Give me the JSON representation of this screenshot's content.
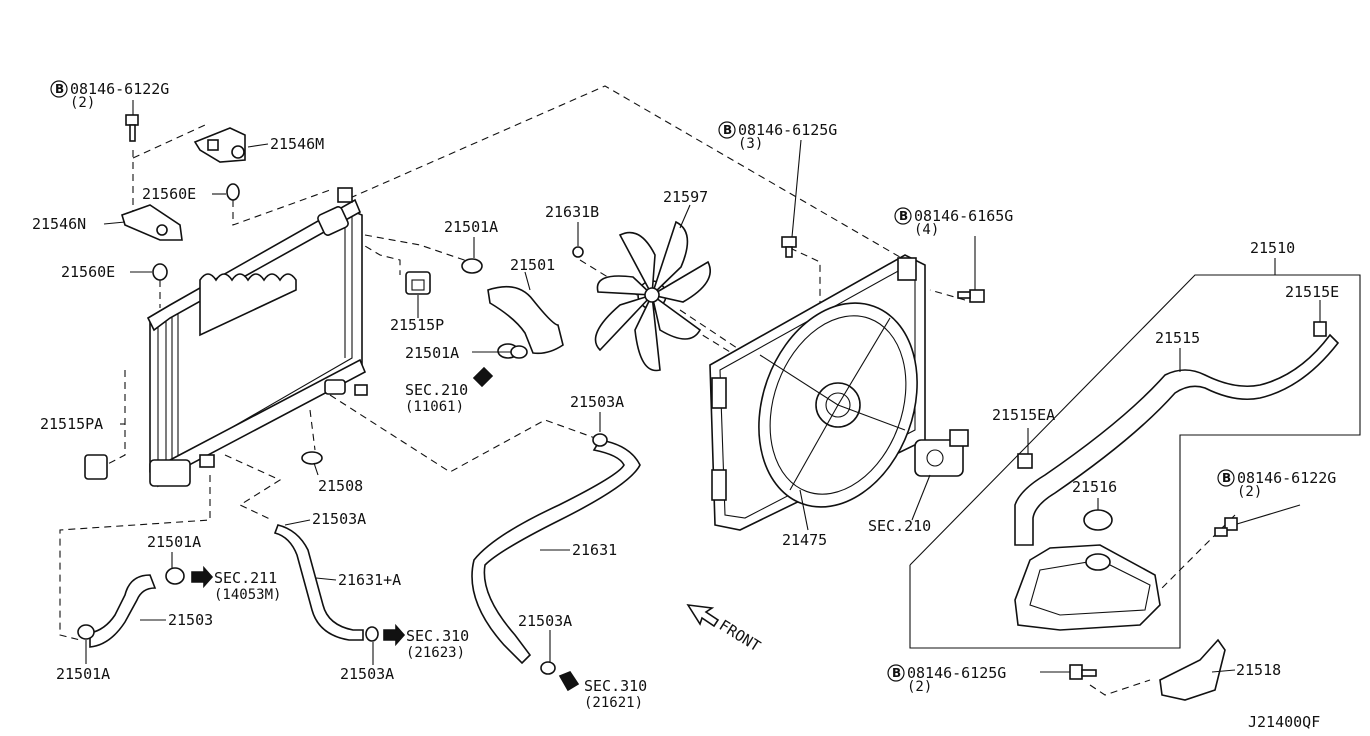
{
  "diagram_code": "J21400QF",
  "front_label": "FRONT",
  "bolt_prefix": "B",
  "labels": {
    "p21546M": "21546M",
    "p21560E_top": "21560E",
    "p21546N": "21546N",
    "p21560E": "21560E",
    "p21515PA": "21515PA",
    "p21501A_a": "21501A",
    "p21501": "21501",
    "p21515P": "21515P",
    "p21501A_b": "21501A",
    "p21631B": "21631B",
    "p21597": "21597",
    "p21503A_a": "21503A",
    "p21508": "21508",
    "p21503A_b": "21503A",
    "p21501A_c": "21501A",
    "p21631A": "21631+A",
    "p21503": "21503",
    "p21501A_d": "21501A",
    "p21503A_c": "21503A",
    "p21631": "21631",
    "p21503A_d": "21503A",
    "p21475": "21475",
    "p21510": "21510",
    "p21515E": "21515E",
    "p21515": "21515",
    "p21515EA": "21515EA",
    "p21516": "21516",
    "p21518": "21518",
    "sec210_fan": "SEC.210"
  },
  "bolts": {
    "b1": {
      "code": "08146-6122G",
      "qty": "(2)"
    },
    "b2": {
      "code": "08146-6125G",
      "qty": "(3)"
    },
    "b3": {
      "code": "08146-6165G",
      "qty": "(4)"
    },
    "b4": {
      "code": "08146-6122G",
      "qty": "(2)"
    },
    "b5": {
      "code": "08146-6125G",
      "qty": "(2)"
    }
  },
  "sections": {
    "s210": {
      "name": "SEC.210",
      "ref": "(11061)"
    },
    "s211": {
      "name": "SEC.211",
      "ref": "(14053M)"
    },
    "s310a": {
      "name": "SEC.310",
      "ref": "(21623)"
    },
    "s310b": {
      "name": "SEC.310",
      "ref": "(21621)"
    }
  }
}
